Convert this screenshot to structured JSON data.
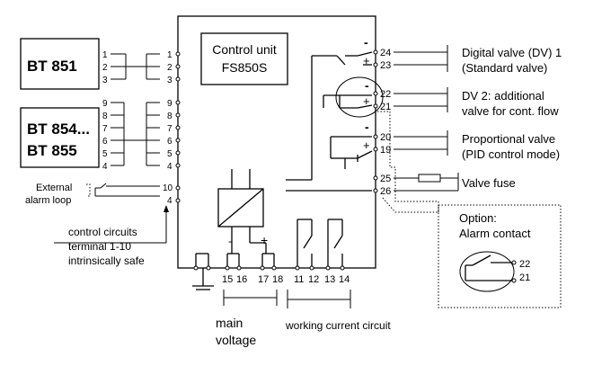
{
  "control_unit": {
    "line1": "Control unit",
    "line2": "FS850S"
  },
  "devices": {
    "bt851": "BT 851",
    "bt854": "BT 854...",
    "bt855": "BT 855"
  },
  "external_alarm": {
    "line1": "External",
    "line2": "alarm loop"
  },
  "intrinsic_note": {
    "line1": "control circuits",
    "line2": "terminal 1-10",
    "line3": "intrinsically safe"
  },
  "outputs": {
    "dv1_line1": "Digital valve (DV) 1",
    "dv1_line2": "(Standard valve)",
    "dv2_line1": "DV 2: additional",
    "dv2_line2": "valve for cont. flow",
    "prop_line1": "Proportional valve",
    "prop_line2": "(PID control mode)",
    "fuse": "Valve fuse"
  },
  "option": {
    "line1": "Option:",
    "line2": "Alarm contact",
    "t22": "22",
    "t21": "21"
  },
  "bottom": {
    "main_voltage_1": "main",
    "main_voltage_2": "voltage",
    "working_current": "working current circuit",
    "t15": "15",
    "t16": "16",
    "t17": "17",
    "t18": "18",
    "t11": "11",
    "t12": "12",
    "t13": "13",
    "t14": "14",
    "minus": "-",
    "plus": "+"
  },
  "terminals": {
    "bt851_left": [
      "1",
      "2",
      "3"
    ],
    "bt851_right": [
      "1",
      "2",
      "3"
    ],
    "bt854_left": [
      "9",
      "8",
      "7",
      "6",
      "5",
      "4"
    ],
    "bt854_right": [
      "9",
      "8",
      "7",
      "6",
      "5",
      "4"
    ],
    "alarm": [
      "10",
      "4"
    ],
    "right": [
      "24",
      "23",
      "22",
      "21",
      "20",
      "19",
      "25",
      "26"
    ]
  },
  "polarity": {
    "plus": "+",
    "minus": "-"
  }
}
